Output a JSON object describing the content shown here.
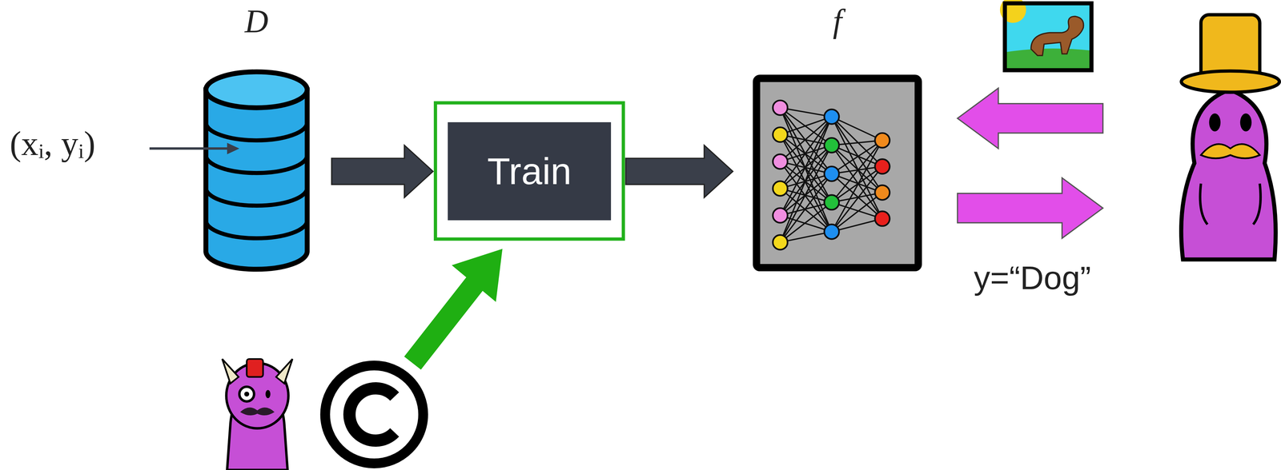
{
  "diagram": {
    "nodes": [
      {
        "text": [
          "D"
        ]
      },
      {
        "text": [
          "Train"
        ]
      },
      {
        "text": [
          "f"
        ]
      }
    ],
    "edges": [
      {
        "from": 0,
        "to": 1,
        "arrow": "to"
      },
      {
        "from": 1,
        "to": 2,
        "arrow": "to"
      }
    ],
    "labels": [
      "(xᵢ, yᵢ)",
      "y=“Dog”"
    ]
  }
}
